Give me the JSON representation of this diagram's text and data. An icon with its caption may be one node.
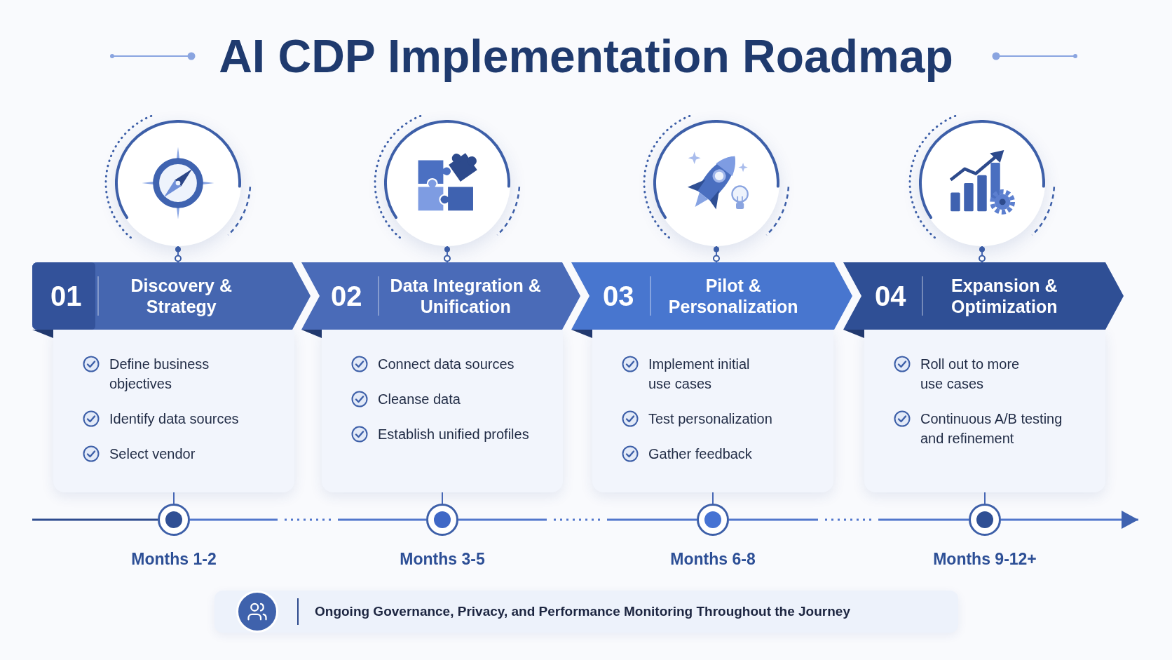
{
  "diagram": {
    "title": "AI CDP Implementation Roadmap",
    "nodes": [
      {
        "text": [],
        "shape": "circle"
      },
      {
        "text": [],
        "shape": "circle"
      },
      {
        "text": [],
        "shape": "circle"
      },
      {
        "text": [],
        "shape": "circle"
      },
      {
        "text": [
          "01",
          "Discovery & Strategy"
        ]
      },
      {
        "text": [
          "02",
          "Data Integration & Unification"
        ]
      },
      {
        "text": [
          "03",
          "Pilot & Personalization"
        ]
      },
      {
        "text": [
          "04",
          "Expansion & Optimization"
        ]
      },
      {
        "text": [
          "Define business objectives",
          "Identify data sources",
          "Select vendor"
        ]
      },
      {
        "text": [
          "Connect data sources",
          "Cleanse data",
          "Establish unified profiles"
        ]
      },
      {
        "text": [
          "Implement initial use cases",
          "Test personalization",
          "Gather feedback"
        ]
      },
      {
        "text": [
          "Roll out to more use cases",
          "Continuous A/B testing and refinement"
        ]
      },
      {
        "text": [],
        "shape": "circle",
        "beside": [
          "Months 1-2"
        ]
      },
      {
        "text": [],
        "shape": "circle",
        "beside": [
          "Months 3-5"
        ]
      },
      {
        "text": [],
        "shape": "circle",
        "beside": [
          "Months 6-8"
        ]
      },
      {
        "text": [],
        "shape": "circle",
        "beside": [
          "Months 9-12+"
        ]
      },
      {
        "text": [
          "Ongoing Governance, Privacy, and Performance Monitoring Throughout the Journey"
        ]
      }
    ],
    "edges": [
      {
        "from": 0,
        "to": 4,
        "arrow": "other"
      },
      {
        "from": 1,
        "to": 5,
        "arrow": "other"
      },
      {
        "from": 2,
        "to": 6,
        "arrow": "other"
      },
      {
        "from": 3,
        "to": 7,
        "arrow": "other"
      },
      {
        "from": 8,
        "to": 12,
        "arrow": "none"
      },
      {
        "from": 9,
        "to": 13,
        "arrow": "none"
      },
      {
        "from": 10,
        "to": 14,
        "arrow": "none"
      },
      {
        "from": 11,
        "to": 15,
        "arrow": "none"
      },
      {
        "from": null,
        "to": 12,
        "arrow": "none",
        "color": "#2e4b8f"
      },
      {
        "from": 12,
        "to": 13,
        "arrow": "none",
        "style": "dashed"
      },
      {
        "from": 13,
        "to": 14,
        "arrow": "none",
        "style": "dashed"
      },
      {
        "from": 14,
        "to": 15,
        "arrow": "none",
        "style": "dashed"
      },
      {
        "from": 15,
        "to": null,
        "arrow": "to"
      }
    ]
  }
}
